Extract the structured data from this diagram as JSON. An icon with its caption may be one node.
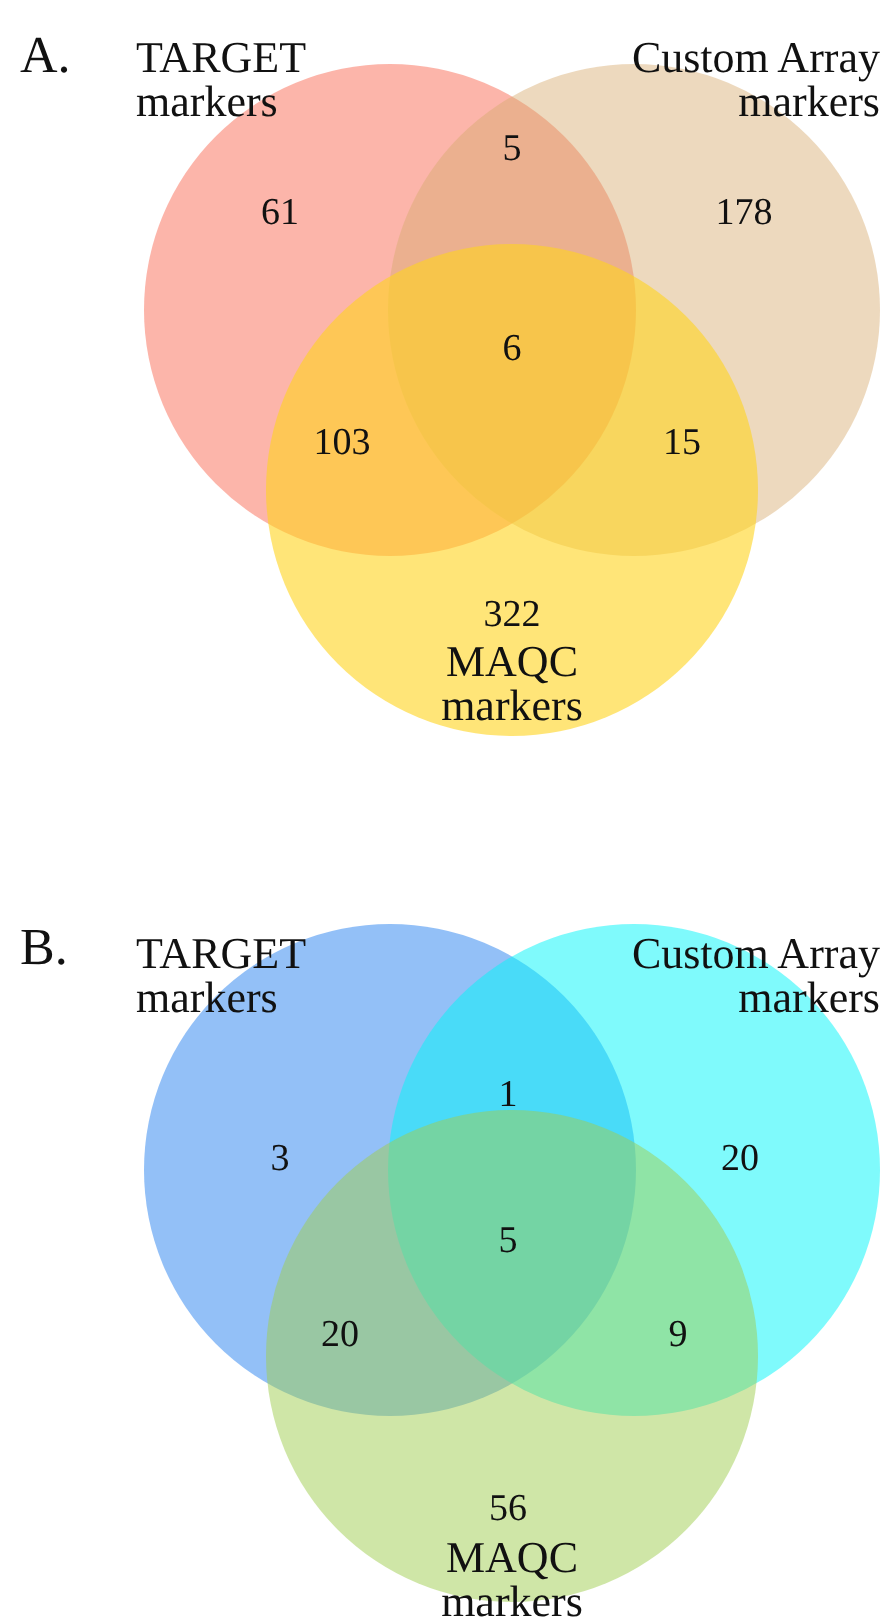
{
  "diagram": {
    "nodes": [
      {
        "text": [
          "TARGET markers"
        ]
      },
      {
        "text": [
          "Custom Array markers"
        ]
      },
      {
        "text": [
          "MAQC markers"
        ]
      },
      {
        "text": [
          "TARGET markers"
        ]
      },
      {
        "text": [
          "Custom Array markers"
        ]
      },
      {
        "text": [
          "MAQC markers"
        ]
      }
    ],
    "labels": [
      "A.",
      "5",
      "61",
      "178",
      "6",
      "103",
      "15",
      "322",
      "B.",
      "1",
      "3",
      "20",
      "5",
      "20",
      "9",
      "56"
    ]
  }
}
